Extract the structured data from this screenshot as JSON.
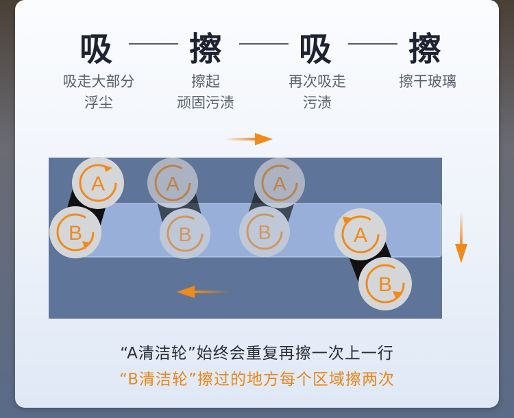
{
  "steps": [
    {
      "title": "吸",
      "desc1": "吸走大部分",
      "desc2": "浮尘"
    },
    {
      "title": "擦",
      "desc1": "擦起",
      "desc2": "顽固污渍"
    },
    {
      "title": "吸",
      "desc1": "再次吸走",
      "desc2": "污渍"
    },
    {
      "title": "擦",
      "desc1": "擦干玻璃",
      "desc2": ""
    }
  ],
  "wheels": {
    "a_label": "A",
    "b_label": "B"
  },
  "caption": {
    "line1": "“A清洁轮”始终会重复再擦一次上一行",
    "line2": "“B清洁轮”擦过的地方每个区域擦两次"
  },
  "colors": {
    "accent": "#f08a1c",
    "panel": "#5e7499",
    "band": "#a9c1ea",
    "wheel": "#d5d6d8",
    "text_dark": "#1f2230"
  }
}
